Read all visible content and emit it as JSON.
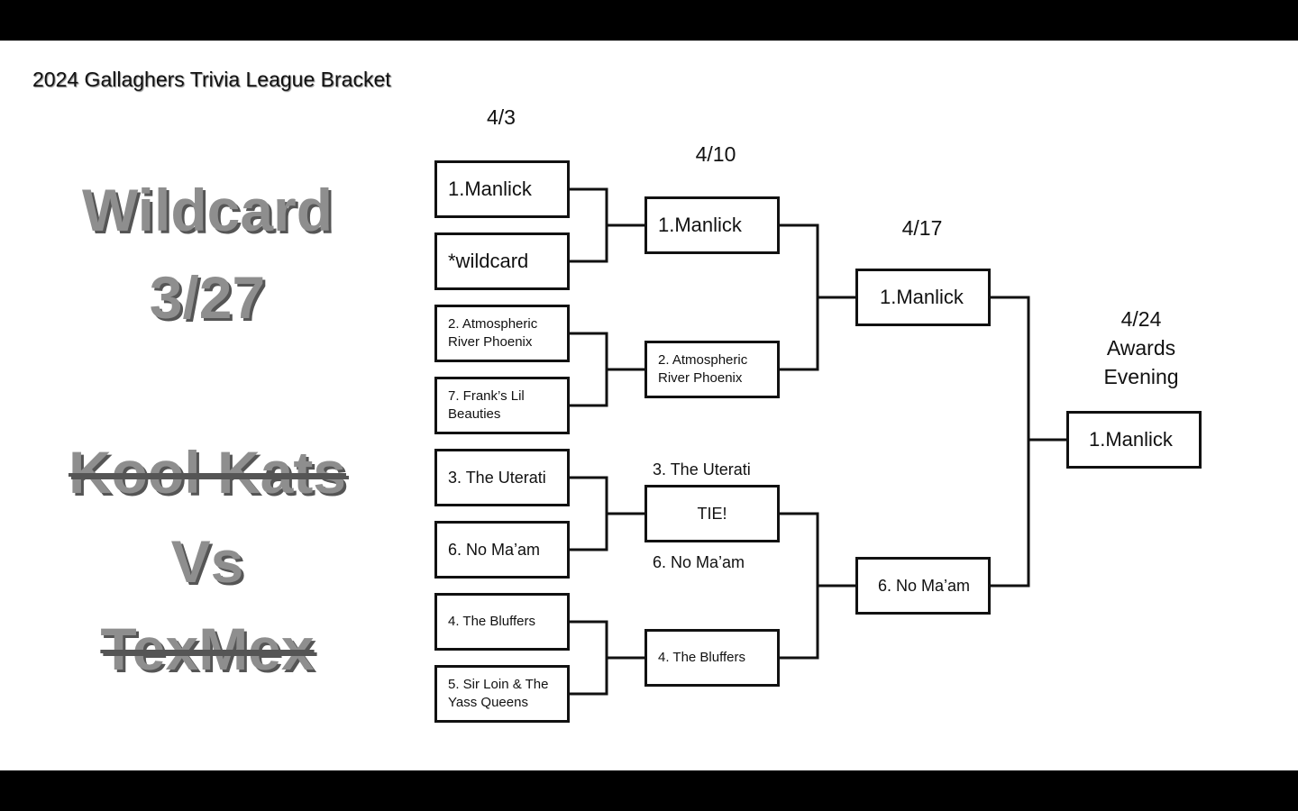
{
  "title": "2024 Gallaghers Trivia League Bracket",
  "wildcard": {
    "heading": "Wildcard",
    "date": "3/27",
    "team1": "Kool Kats",
    "vs": "Vs",
    "team2": "TexMex"
  },
  "rounds": {
    "round1_date": "4/3",
    "round2_date": "4/10",
    "round3_date": "4/17",
    "final_date": "4/24",
    "final_label_line1": "Awards",
    "final_label_line2": "Evening"
  },
  "round1": [
    "1.Manlick",
    "*wildcard",
    "2. Atmospheric River Phoenix",
    "7. Frank’s Lil Beauties",
    "3. The Uterati",
    "6. No Ma’am",
    "4. The Bluffers",
    "5. Sir Loin & The Yass Queens"
  ],
  "round2": [
    "1.Manlick",
    "2. Atmospheric River Phoenix",
    "TIE!",
    "4. The Bluffers"
  ],
  "tie_notes": {
    "above": "3. The Uterati",
    "below": "6. No Ma’am"
  },
  "round3": [
    "1.Manlick",
    "6. No Ma’am"
  ],
  "champion": "1.Manlick",
  "colors": {
    "band": "#000000",
    "slide": "#ffffff",
    "wildcard_text": "#8e8e8e",
    "lines": "#111111"
  }
}
